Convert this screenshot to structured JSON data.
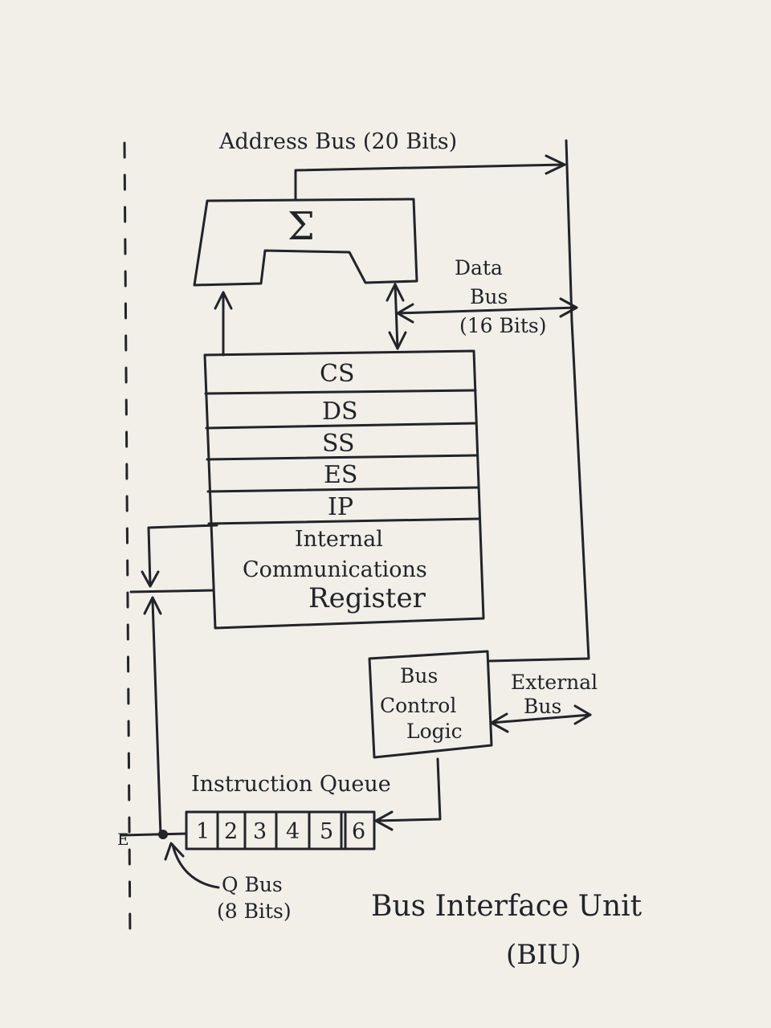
{
  "diagram": {
    "title": "Bus Interface Unit",
    "abbreviation": "(BIU)",
    "address_bus": "Address Bus (20 Bits)",
    "data_bus": {
      "line1": "Data",
      "line2": "Bus",
      "line3": "(16 Bits)"
    },
    "adder_symbol": "Σ",
    "registers": [
      "CS",
      "DS",
      "SS",
      "ES",
      "IP"
    ],
    "internal_register": {
      "line1": "Internal",
      "line2": "Communications",
      "line3": "Register"
    },
    "bus_control": {
      "line1": "Bus",
      "line2": "Control",
      "line3": "Logic"
    },
    "external_bus": {
      "line1": "External",
      "line2": "Bus"
    },
    "instruction_queue": {
      "label": "Instruction Queue",
      "cells": [
        "1",
        "2",
        "3",
        "4",
        "5",
        "6"
      ]
    },
    "q_bus": {
      "line1": "Q Bus",
      "line2": "(8 Bits)"
    },
    "left_stub": "E"
  }
}
